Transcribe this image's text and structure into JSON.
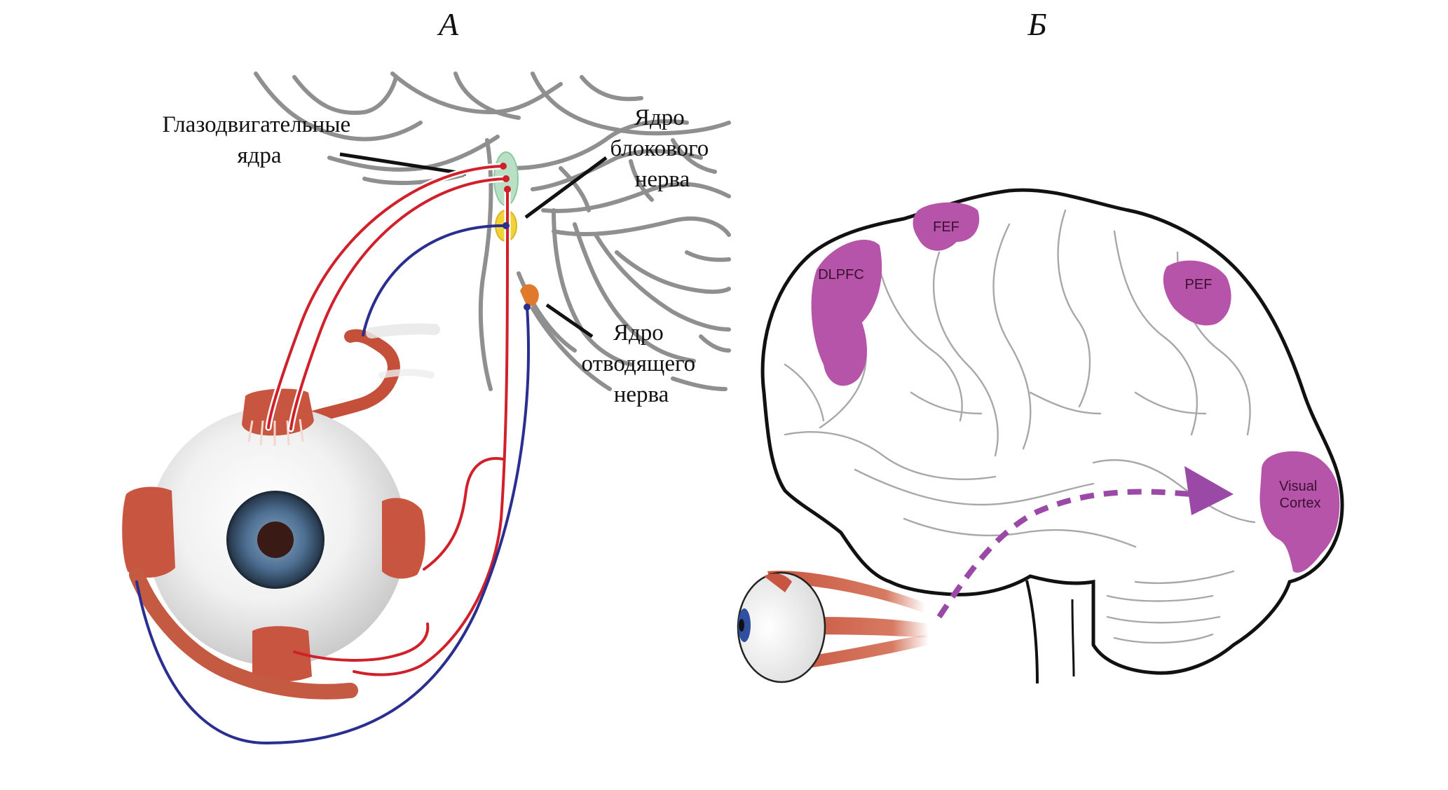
{
  "figure": {
    "panels": [
      {
        "id": "A",
        "letter": "А",
        "labels": {
          "oculomotor_nuclei": [
            "Глазодвигательные",
            "ядра"
          ],
          "trochlear_nucleus": [
            "Ядро",
            "блокового",
            "нерва"
          ],
          "abducens_nucleus": [
            "Ядро",
            "отводящего",
            "нерва"
          ]
        }
      },
      {
        "id": "B",
        "letter": "Б",
        "regions": [
          "DLPFC",
          "FEF",
          "PEF",
          "Visual",
          "Cortex"
        ]
      }
    ]
  },
  "colors": {
    "oculomotor_pathway": "#d0202a",
    "abducens_trochlear_pathway": "#2a2f8f",
    "oculomotor_nucleus": "#b9dfc4",
    "trochlear_nucleus": "#f1d23a",
    "abducens_nucleus": "#e07a2a",
    "cortical_region": "#b554a8",
    "visual_path_arrow": "#9a4aa6",
    "muscle": "#c8553f",
    "iris": "#3d5f80"
  }
}
